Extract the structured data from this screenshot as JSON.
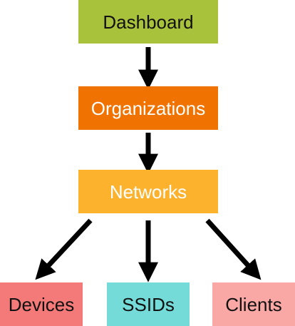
{
  "colors": {
    "dashboard": "#a9c23b",
    "organizations": "#f07200",
    "networks": "#fdb22e",
    "devices": "#f47a7a",
    "ssids": "#74dbd9",
    "clients": "#f9a8a6",
    "edge": "#000000",
    "text_dark": "#111111",
    "text_light": "#ffffff"
  },
  "nodes": {
    "dashboard": {
      "label": "Dashboard"
    },
    "organizations": {
      "label": "Organizations"
    },
    "networks": {
      "label": "Networks"
    },
    "devices": {
      "label": "Devices"
    },
    "ssids": {
      "label": "SSIDs"
    },
    "clients": {
      "label": "Clients"
    }
  }
}
